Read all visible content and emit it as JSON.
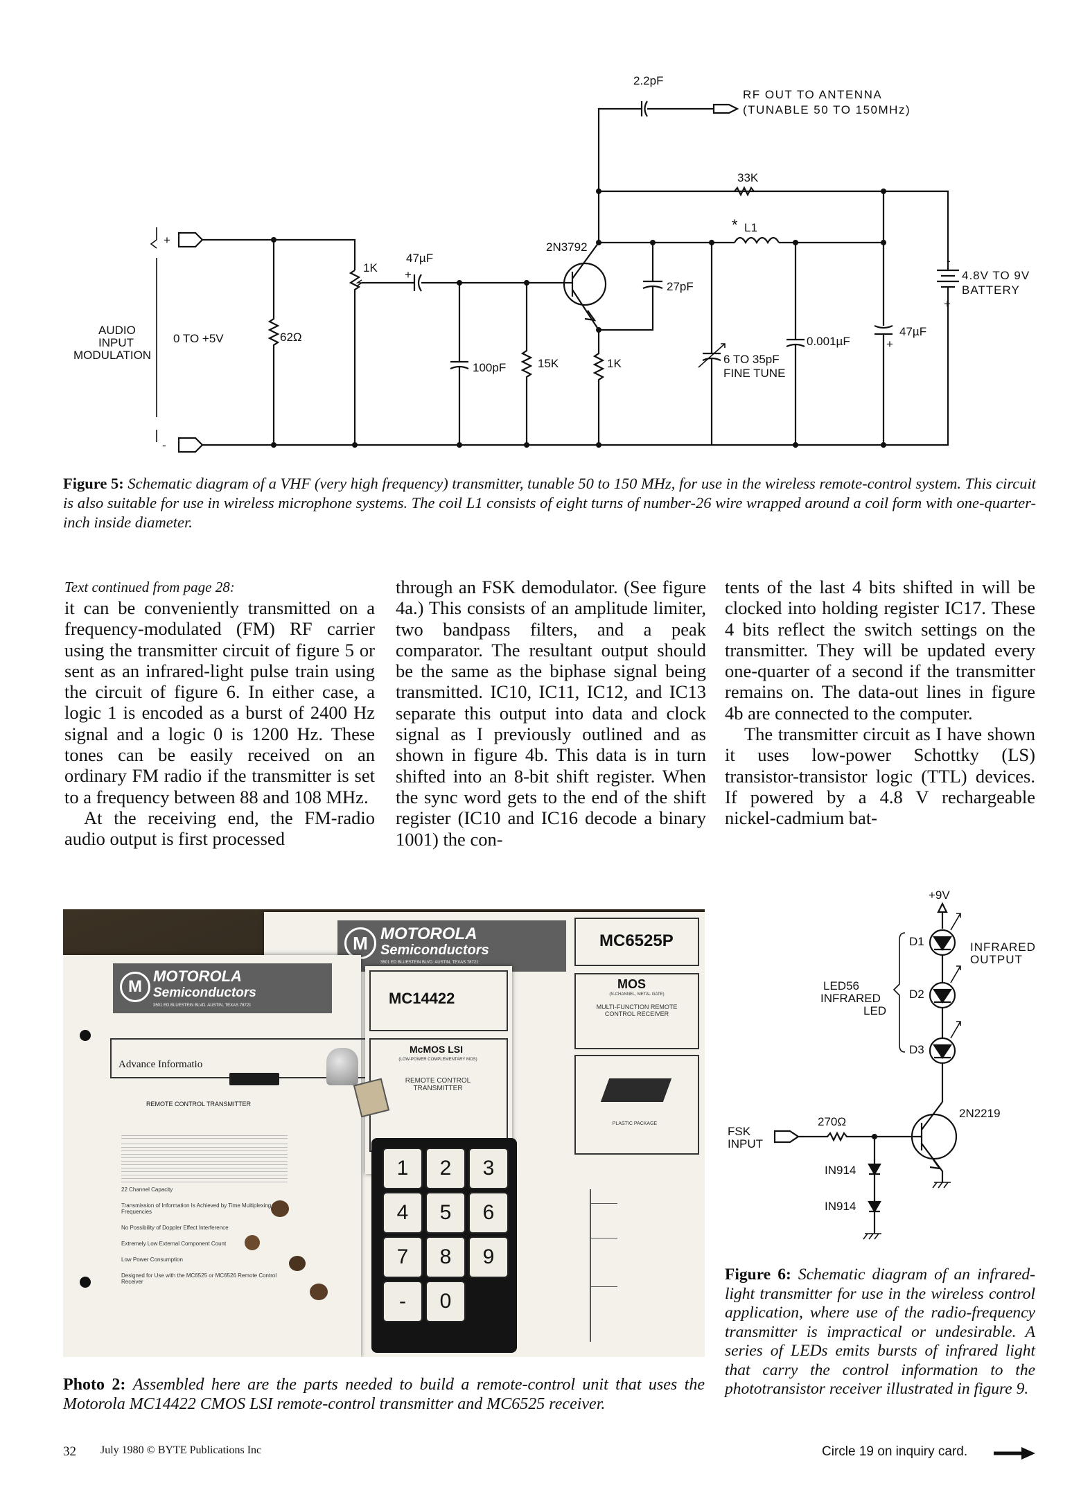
{
  "fig5": {
    "cap_2p2": "2.2pF",
    "rf_out_1": "RF OUT TO ANTENNA",
    "rf_out_2": "(TUNABLE 50 TO 150MHz)",
    "r_33k": "33K",
    "l1": "L1",
    "l1_star": "*",
    "transistor": "2N3792",
    "cap_47u_a": "47µF",
    "r_1k_a": "1K",
    "cap_27p": "27pF",
    "battery_1": "4.8V TO 9V",
    "battery_2": "BATTERY",
    "plus": "+",
    "minus": "-",
    "audio_1": "AUDIO",
    "audio_2": "INPUT",
    "audio_3": "MODULATION",
    "range": "0 TO +5V",
    "r_62": "62Ω",
    "cap_100p": "100pF",
    "r_15k": "15K",
    "r_1k_b": "1K",
    "trim_1": "6 TO 35pF",
    "trim_2": "FINE TUNE",
    "cap_0001": "0.001µF",
    "cap_47u_b": "47µF",
    "caption_label": "Figure 5:",
    "caption_text": "Schematic diagram of a VHF (very high frequency) transmitter, tunable 50 to 150 MHz, for use in the wireless remote-control system. This circuit is also suitable for use in wireless microphone systems. The coil L1 consists of eight turns of number-26 wire wrapped around a coil form with one-quarter-inch inside diameter."
  },
  "body": {
    "continued": "Text continued from page 28:",
    "col1_p1": "it can be conveniently transmitted on a frequency-modulated (FM) RF carrier using the transmitter circuit of figure 5 or sent as an infrared-light pulse train using the circuit of figure 6. In either case, a logic 1 is encoded as a burst of 2400 Hz signal and a logic 0 is 1200 Hz. These tones can be easily received on an ordinary FM radio if the transmitter is set to a frequency between 88 and 108 MHz.",
    "col1_p2": "At the receiving end, the FM-radio audio output is first processed",
    "col2_p1": "through an FSK demodulator. (See figure 4a.) This consists of an amplitude limiter, two bandpass filters, and a peak comparator. The resultant output should be the same as the biphase signal being transmitted. IC10, IC11, IC12, and IC13 separate this output into data and clock signal as I previously outlined and as shown in figure 4b. This data is in turn shifted into an 8-bit shift register. When the sync word gets to the end of the shift register (IC10 and IC16 decode a binary 1001) the con-",
    "col3_p1": "tents of the last 4 bits shifted in will be clocked into holding register IC17. These 4 bits reflect the switch settings on the transmitter. They will be updated every one-quarter of a second if the transmitter remains on. The data-out lines in figure 4b are connected to the computer.",
    "col3_p2": "The transmitter circuit as I have shown it uses low-power Schottky (LS) transistor-transistor logic (TTL) devices. If powered by a 4.8 V rechargeable nickel-cadmium bat-"
  },
  "photo": {
    "moto_1": "MOTOROLA",
    "semi_1": "Semiconductors",
    "addr_1": "3501 ED BLUESTEIN BLVD. AUSTIN, TEXAS 78721",
    "part_a": "MC6525P",
    "mos": "MOS",
    "mos_sub": "(N-CHANNEL, METAL GATE)",
    "mos_desc": "MULTI-FUNCTION REMOTE CONTROL RECEIVER",
    "moto_2": "MOTOROLA",
    "semi_2": "Semiconductors",
    "addr_2": "3501 ED BLUESTEIN BLVD. AUSTIN, TEXAS 78721",
    "part_b": "MC14422",
    "advance": "Advance Informatio",
    "mcmos": "McMOS LSI",
    "mcmos_sub": "(LOW-POWER COMPLEMENTARY MOS)",
    "rct_1": "REMOTE CONTROL TRANSMITTER",
    "rct_2": "REMOTE CONTROL TRANSMITTER",
    "plastic": "PLASTIC PACKAGE",
    "bullets": [
      "22 Channel Capacity",
      "Transmission of Information Is Achieved by Time Multiplexing Five Frequencies",
      "No Possibility of Doppler Effect Interference",
      "Extremely Low External Component Count",
      "Low Power Consumption",
      "Designed for Use with the MC6525 or MC6526 Remote Control Receiver"
    ],
    "keys": [
      "1",
      "2",
      "3",
      "4",
      "5",
      "6",
      "7",
      "8",
      "9",
      "-",
      "0"
    ],
    "caption_label": "Photo 2:",
    "caption_text": "Assembled here are the parts needed to build a remote-control unit that uses the Motorola MC14422 CMOS LSI remote-control transmitter and MC6525 receiver."
  },
  "fig6": {
    "vcc": "+9V",
    "d1": "D1",
    "d2": "D2",
    "d3": "D3",
    "ir_out_1": "INFRARED",
    "ir_out_2": "OUTPUT",
    "led_1": "LED56",
    "led_2": "INFRARED",
    "led_3": "LED",
    "transistor": "2N2219",
    "r_270": "270Ω",
    "fsk_1": "FSK",
    "fsk_2": "INPUT",
    "diode_a": "IN914",
    "diode_b": "IN914",
    "caption_label": "Figure 6:",
    "caption_text": "Schematic diagram of an infrared-light transmitter for use in the wireless control application, where use of the radio-frequency transmitter is impractical or undesirable. A series of LEDs emits bursts of infrared light that carry the control information to the phototransistor receiver illustrated in figure 9."
  },
  "footer": {
    "page": "32",
    "pub": "July 1980 © BYTE Publications Inc",
    "circle": "Circle 19 on inquiry card."
  }
}
